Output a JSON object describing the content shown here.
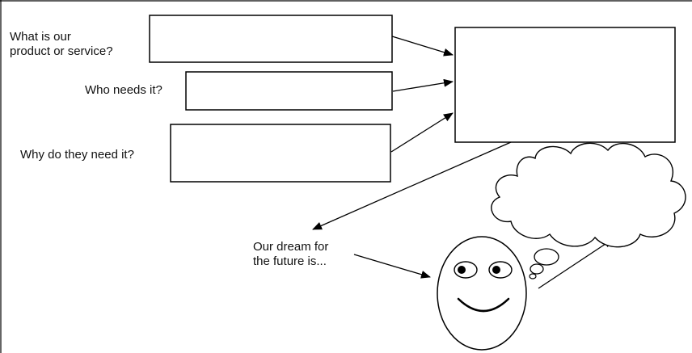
{
  "questions": {
    "what_line1": "What is our",
    "what_line2": "product or service?",
    "who": "Who needs it?",
    "why": "Why do they need it?"
  },
  "dream": {
    "line1": "Our dream for",
    "line2": "the future is..."
  },
  "colors": {
    "stroke": "#000000",
    "background": "#ffffff",
    "text": "#111111"
  }
}
